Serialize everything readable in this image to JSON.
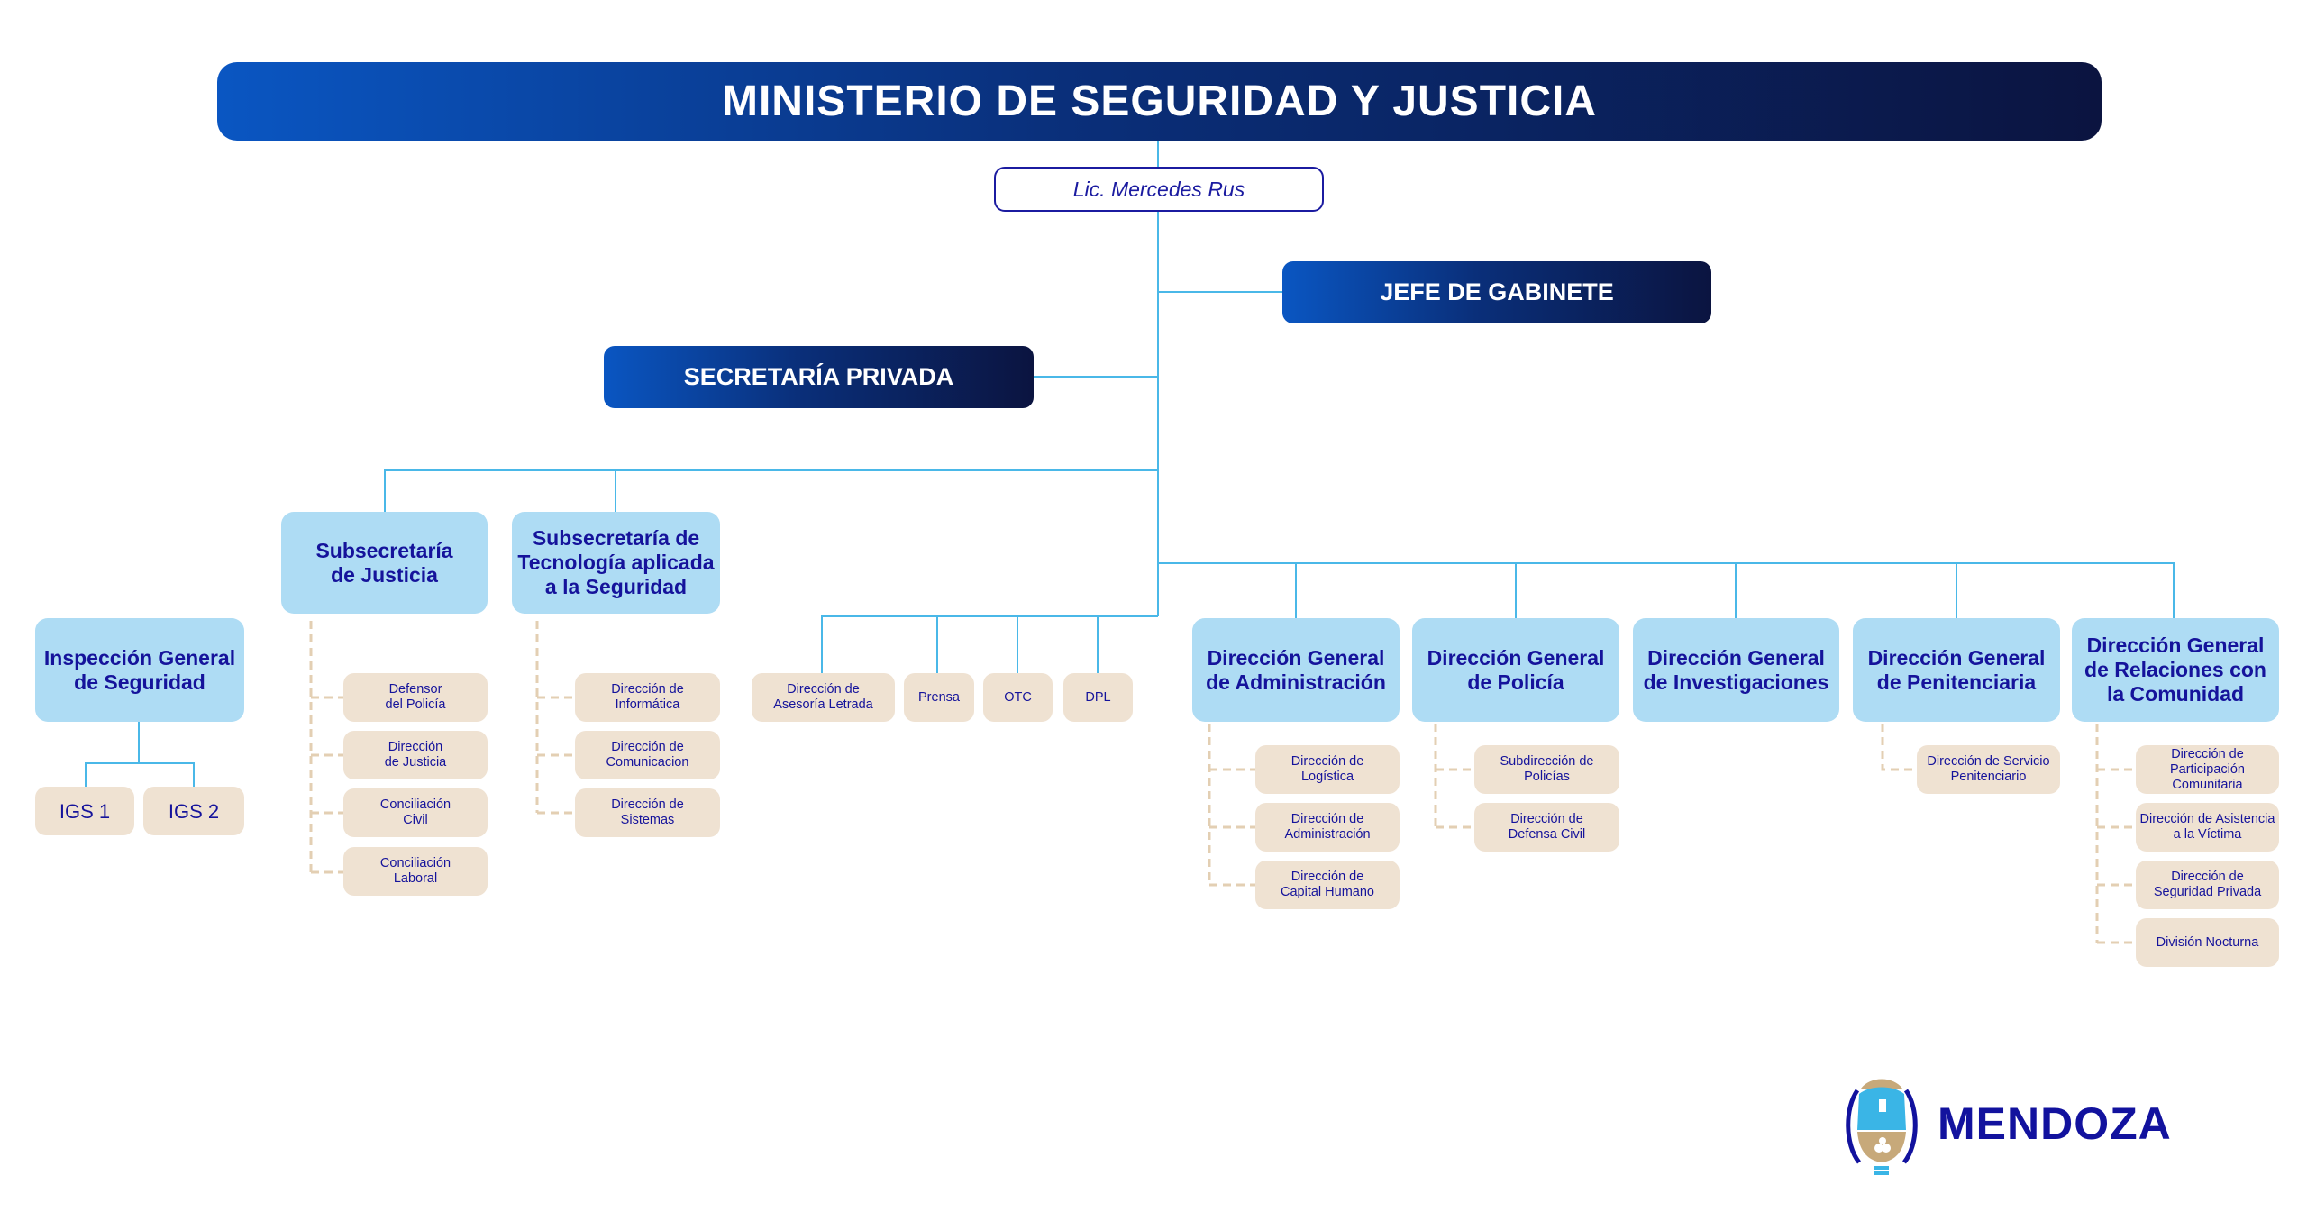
{
  "header": {
    "title": "MINISTERIO DE SEGURIDAD Y JUSTICIA",
    "minister": "Lic. Mercedes Rus"
  },
  "staff": {
    "jefe": "JEFE DE GABINETE",
    "secretaria": "SECRETARÍA PRIVADA"
  },
  "inspeccion": {
    "title": "Inspección General de Seguridad",
    "children": [
      "IGS 1",
      "IGS 2"
    ]
  },
  "subsecretarias": [
    {
      "title": "Subsecretaría de Justicia",
      "children": [
        "Defensor del Policía",
        "Dirección de Justicia",
        "Conciliación Civil",
        "Conciliación Laboral"
      ]
    },
    {
      "title": "Subsecretaría de Tecnología aplicada a la Seguridad",
      "children": [
        "Dirección de Informática",
        "Dirección de Comunicacion",
        "Dirección de Sistemas"
      ]
    }
  ],
  "support": [
    "Dirección de Asesoría Letrada",
    "Prensa",
    "OTC",
    "DPL"
  ],
  "direcciones_generales": [
    {
      "title": "Dirección General de Administración",
      "children": [
        "Dirección de Logística",
        "Dirección de Administración",
        "Dirección de Capital Humano"
      ]
    },
    {
      "title": "Dirección General de Policía",
      "children": [
        "Subdirección de Policías",
        "Dirección de Defensa Civil"
      ]
    },
    {
      "title": "Dirección General de Investigaciones",
      "children": []
    },
    {
      "title": "Dirección General de Penitenciaria",
      "children": [
        "Dirección de Servicio Penitenciario"
      ]
    },
    {
      "title": "Dirección General de Relaciones con la Comunidad",
      "children": [
        "Dirección de Participación Comunitaria",
        "Dirección de Asistencia a la Víctima",
        "Dirección de Seguridad Privada",
        "División Nocturna"
      ]
    }
  ],
  "logo": {
    "text": "MENDOZA"
  },
  "colors": {
    "line": "#4ab8e8",
    "dashed": "#e3cfb3",
    "light_box": "#aedcf4",
    "beige_box": "#efe2d2",
    "text": "#15139b"
  }
}
